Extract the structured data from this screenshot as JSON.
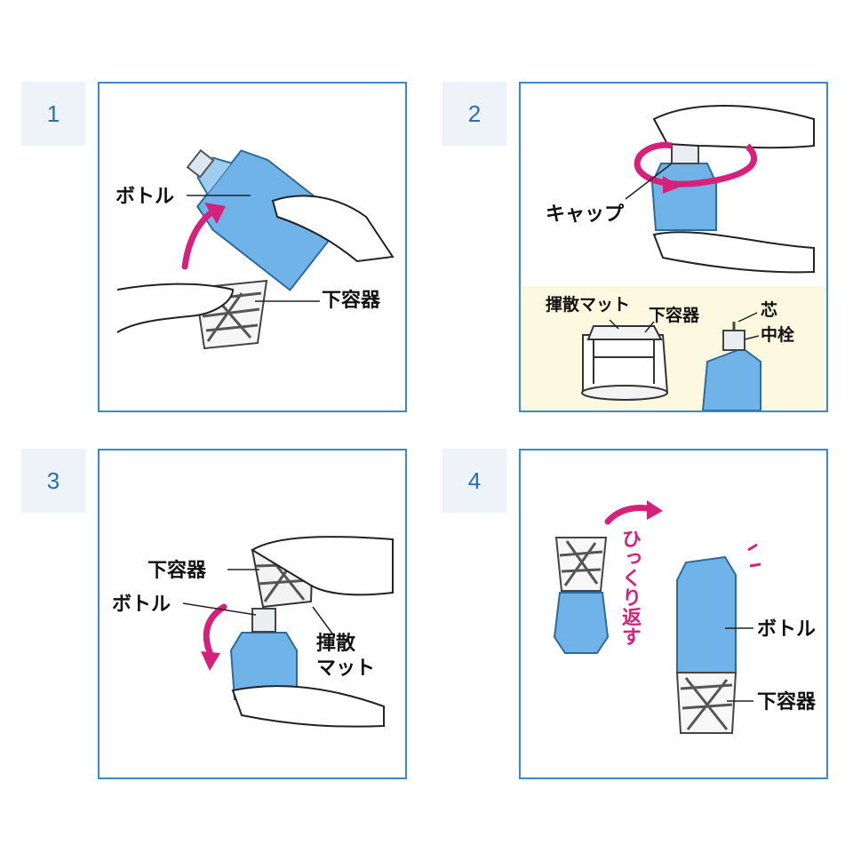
{
  "steps": [
    {
      "num": "1",
      "labels": {
        "bottle": "ボトル",
        "lower_container": "下容器"
      }
    },
    {
      "num": "2",
      "labels": {
        "cap": "キャップ",
        "diffusion_mat": "揮散マット",
        "lower_container": "下容器",
        "wick": "芯",
        "inner_plug": "中栓"
      }
    },
    {
      "num": "3",
      "labels": {
        "lower_container": "下容器",
        "bottle": "ボトル",
        "diffusion_mat_1": "揮散",
        "diffusion_mat_2": "マット"
      }
    },
    {
      "num": "4",
      "labels": {
        "flip": "ひっくり返す",
        "bottle": "ボトル",
        "lower_container": "下容器"
      }
    }
  ],
  "colors": {
    "frame": "#3a89c9",
    "number_bg": "#eef3f9",
    "number_text": "#2a6db5",
    "accent_pink": "#d6217a",
    "bottle_blue": "#6fb3e8",
    "legend_bg": "#fdf9e1"
  }
}
